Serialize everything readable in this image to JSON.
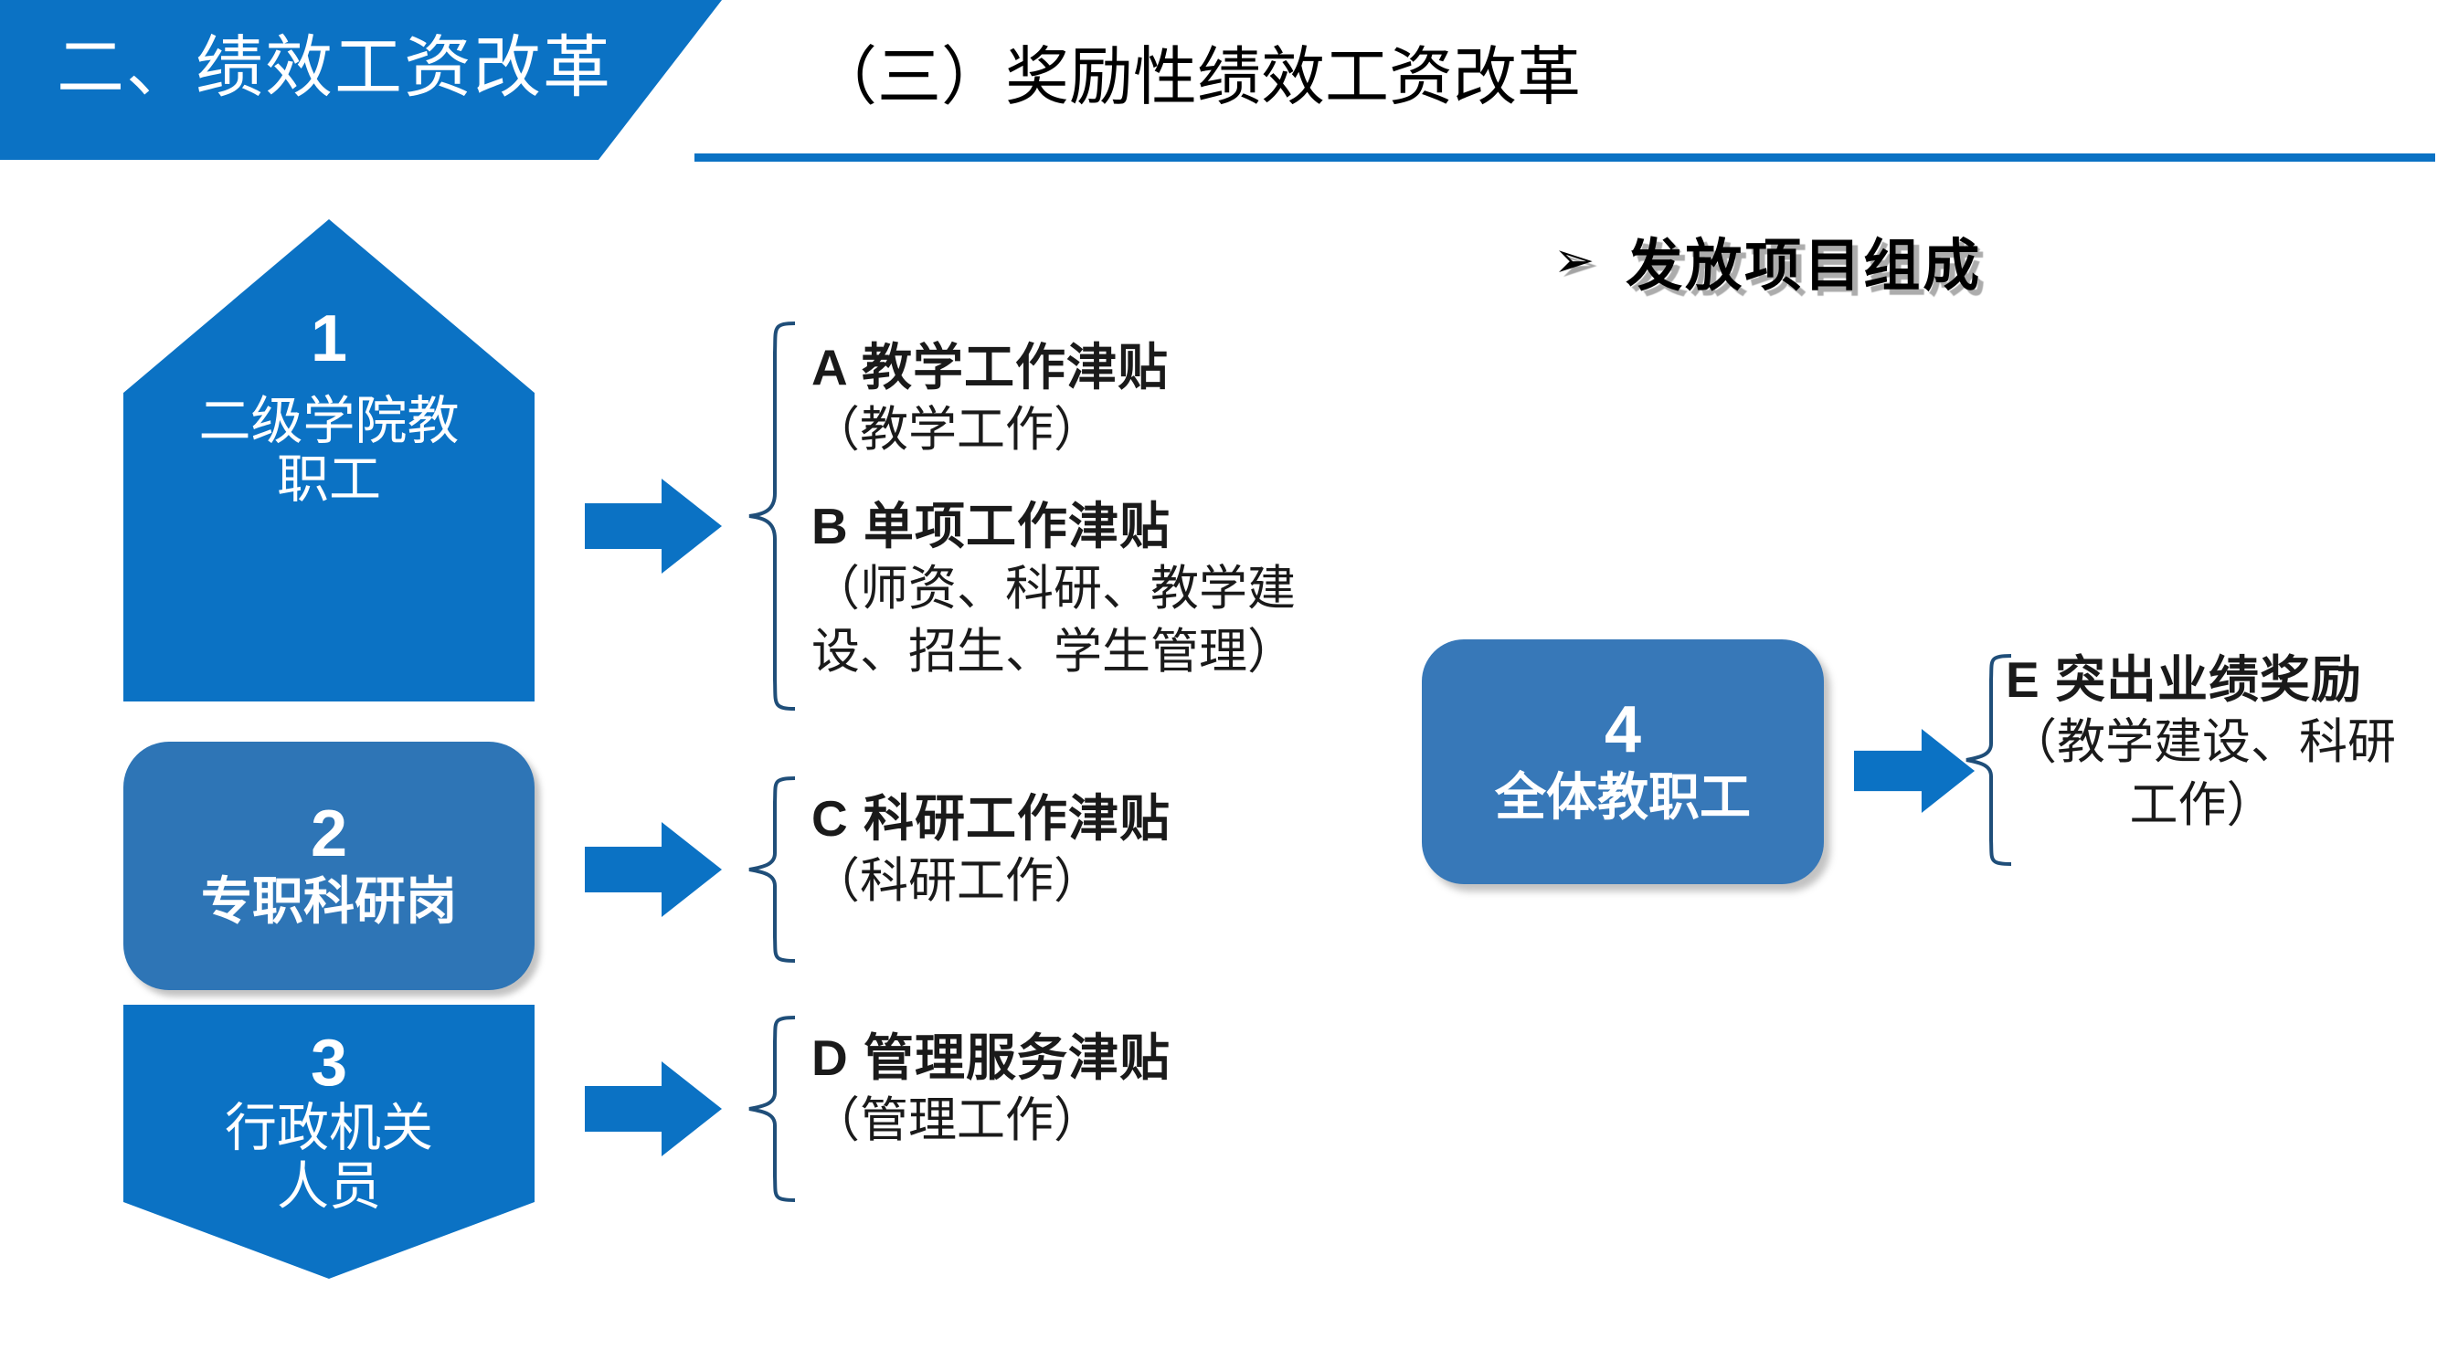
{
  "header": {
    "banner_label": "二、绩效工资改革",
    "subtitle": "（三）奖励性绩效工资改革",
    "banner_color": "#0B72C4",
    "rule_color": "#0B72C4"
  },
  "section": {
    "bullet_glyph": "➢",
    "heading": "发放项目组成"
  },
  "groups": [
    {
      "number": "1",
      "label": "二级学院教职工",
      "shape": "pentagon-up",
      "color": "#0B72C4",
      "items": [
        {
          "code": "A",
          "title": "A  教学工作津贴",
          "desc": "（教学工作）"
        },
        {
          "code": "B",
          "title": "B  单项工作津贴",
          "desc": "（师资、科研、教学建设、招生、学生管理）"
        }
      ]
    },
    {
      "number": "2",
      "label": "专职科研岗",
      "shape": "rounded-rect",
      "color": "#2E75B6",
      "items": [
        {
          "code": "C",
          "title": "C  科研工作津贴",
          "desc": "（科研工作）"
        }
      ]
    },
    {
      "number": "3",
      "label_line1": "行政机关",
      "label_line2": "人员",
      "shape": "pentagon-down",
      "color": "#0B72C4",
      "items": [
        {
          "code": "D",
          "title": "D 管理服务津贴",
          "desc": "（管理工作）"
        }
      ]
    },
    {
      "number": "4",
      "label": "全体教职工",
      "shape": "rounded-rect",
      "color": "#3778B8",
      "items": [
        {
          "code": "E",
          "title": "E 突出业绩奖励",
          "desc": "（教学建设、科研工作）"
        }
      ]
    }
  ],
  "shape1": {
    "number": "1",
    "label_line1": "二级学院教",
    "label_line2": "职工"
  },
  "shape2": {
    "number": "2",
    "label": "专职科研岗"
  },
  "shape3": {
    "number": "3",
    "label_line1": "行政机关",
    "label_line2": "人员"
  },
  "shape4": {
    "number": "4",
    "label": "全体教职工"
  },
  "itemA": {
    "title": "A  教学工作津贴",
    "desc": "（教学工作）"
  },
  "itemB": {
    "title": "B  单项工作津贴",
    "desc": "（师资、科研、教学建设、招生、学生管理）"
  },
  "itemC": {
    "title": "C  科研工作津贴",
    "desc": "（科研工作）"
  },
  "itemD": {
    "title": "D 管理服务津贴",
    "desc": "（管理工作）"
  },
  "itemE": {
    "title": "E 突出业绩奖励",
    "desc": "（教学建设、科研工作）"
  }
}
